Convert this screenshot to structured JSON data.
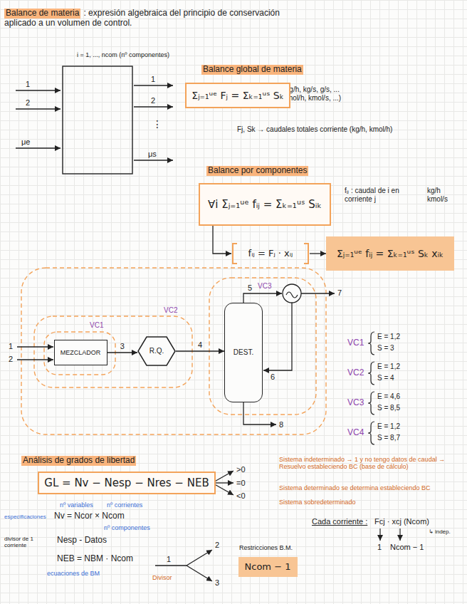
{
  "diagram": {
    "nodes": [
      {
        "text": [
          "Σⱼ₌₁ᵘᵉ Fⱼ = Σₖ₌₁ᵘˢ Sₖ"
        ]
      },
      {
        "text": [
          "∀i Σⱼ₌₁ᵘᵉ fᵢⱼ = Σₖ₌₁ᵘˢ Sᵢₖ"
        ]
      },
      {
        "text": [
          "fᵢⱼ = Fⱼ · xᵢⱼ"
        ]
      },
      {
        "text": [
          "Σⱼ₌₁ᵘᵉ fᵢⱼ = Σₖ₌₁ᵘˢ Sₖ xᵢₖ"
        ]
      },
      {
        "text": [
          "MEZCLADOR"
        ]
      },
      {
        "text": [
          "R.Q."
        ]
      },
      {
        "text": [
          "DEST."
        ]
      },
      {
        "text": [
          "GL = Nv − Nesp − Nres − NEB"
        ]
      },
      {
        "text": [
          "Ncom − 1"
        ]
      }
    ],
    "edges": [
      {
        "from": 1,
        "to": 2,
        "arrow": "to"
      },
      {
        "from": 2,
        "to": 3,
        "arrow": "to"
      },
      {
        "from": 4,
        "to": 5,
        "label": "3",
        "arrow": "to"
      },
      {
        "from": 5,
        "to": 6,
        "label": "4",
        "arrow": "to"
      }
    ],
    "labels": [
      "Balance de materia",
      ": expresión algebraica del principio de conservación aplicado a un volumen de control.",
      "i = 1, ..., ncom (nº componentes)",
      "1",
      "2",
      "μe",
      "1",
      "2",
      "⋮",
      "μs",
      "Balance global de materia",
      "(kg/h, kg/s, g/s, ... kmol/h, kmol/s, ...)",
      "Fj, Sk → caudales totales corriente (kg/h, kmol/h)",
      "Balance por componentes",
      "fᵢⱼ : caudal de i en corriente j",
      "kg/h kmol/s",
      "1",
      "2",
      "5",
      "VC3",
      "7",
      "6",
      "8",
      "VC1",
      "VC2",
      "VC1",
      "E = 1,2",
      "S = 3",
      "VC2",
      "E = 1,2",
      "S = 4",
      "VC3",
      "E = 4,6",
      "S = 8,5",
      "VC4",
      "E = 1,2",
      "S = 8,7",
      "Análisis de grados de libertad",
      ">0",
      "=0",
      "<0",
      "Sistema indeterminado → 1 y no tengo datos de caudal → Resuelvo estableciendo BC (base de cálculo)",
      "Sistema determinado se determina estableciendo BC",
      "Sistema sobredeterminado",
      "nº variables",
      "nº corrientes",
      "especificaciones",
      "Nv = Ncor × Ncom",
      "nº componentes",
      "divisor de 1 corriente",
      "Nesp - Datos",
      "NEB = NBM · Ncom",
      "ecuaciones de BM",
      "1",
      "2",
      "3",
      "Divisor",
      "Restricciones B.M.",
      "Cada corriente :",
      "Fcj · xcj (Ncom)",
      "1",
      "Ncom − 1",
      "↳ indep."
    ]
  }
}
